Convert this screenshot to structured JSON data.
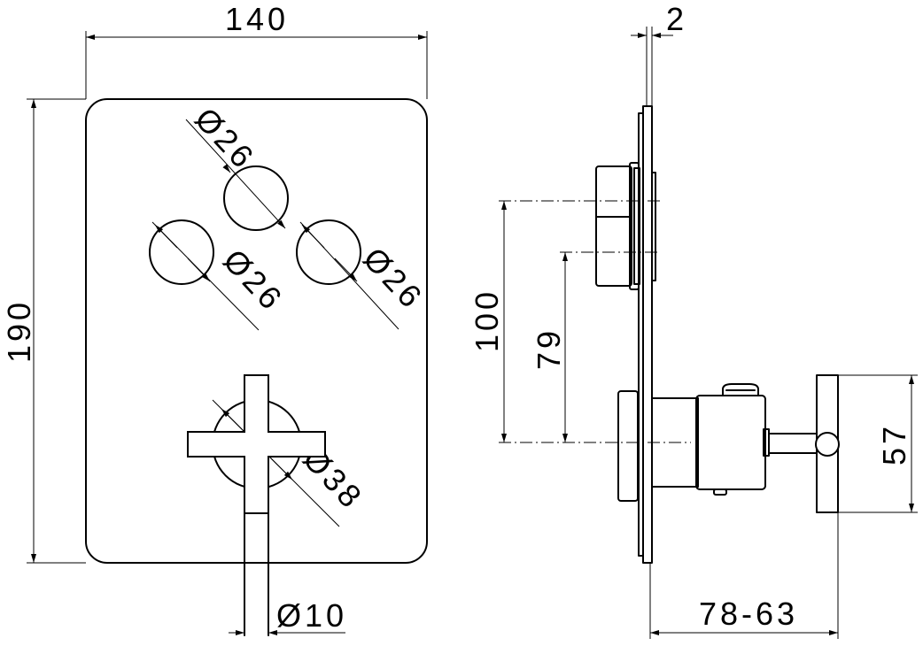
{
  "front_view": {
    "dim_width": "140",
    "dim_height": "190",
    "dim_button_top": "Ø26",
    "dim_button_left": "Ø26",
    "dim_button_right": "Ø26",
    "dim_handle_base": "Ø38",
    "dim_spout": "Ø10"
  },
  "side_view": {
    "dim_plate": "2",
    "dim_height_100": "100",
    "dim_height_79": "79",
    "dim_handle": "57",
    "dim_depth": "78-63"
  }
}
